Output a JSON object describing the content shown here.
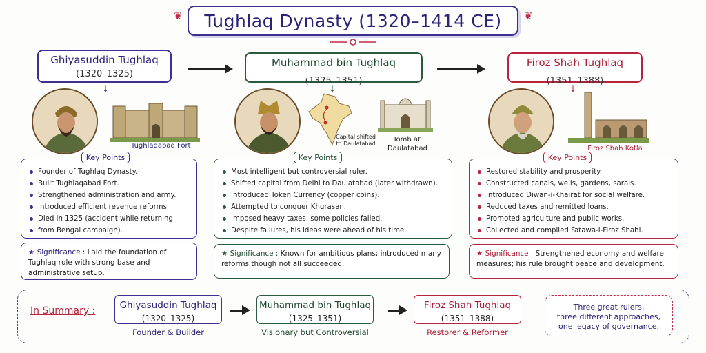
{
  "title": "Tughlaq Dynasty (1320–1414 CE)",
  "rulers": [
    {
      "name": "Ghiyasuddin Tughlaq",
      "years": "(1320–1325)",
      "image_caption": "Tughlaqabad Fort",
      "key_points_label": "Key Points",
      "points": [
        "Founder of Tughlaq Dynasty.",
        "Built Tughlaqabad Fort.",
        "Strengthened administration and army.",
        "Introduced efficient revenue reforms.",
        "Died in 1325 (accident while returning",
        "from Bengal campaign)."
      ],
      "significance_label": "Significance :",
      "significance": "Laid the foundation of Tughlaq rule with strong base and administrative setup."
    },
    {
      "name": "Muhammad bin Tughlaq",
      "years": "(1325–1351)",
      "map_caption": "Capital shifted to Daulatabad",
      "image_caption": "Tomb at Daulatabad",
      "key_points_label": "Key Points",
      "points": [
        "Most intelligent but controversial ruler.",
        "Shifted capital from Delhi to Daulatabad (later withdrawn).",
        "Introduced Token Currency (copper coins).",
        "Attempted to conquer Khurasan.",
        "Imposed heavy taxes; some policies failed.",
        "Despite failures, his ideas were ahead of his time."
      ],
      "significance_label": "Significance :",
      "significance": "Known for ambitious plans; introduced many reforms though not all succeeded."
    },
    {
      "name": "Firoz Shah Tughlaq",
      "years": "(1351–1388)",
      "image_caption": "Firoz Shah Kotla",
      "key_points_label": "Key Points",
      "points": [
        "Restored stability and prosperity.",
        "Constructed canals, wells, gardens, sarais.",
        "Introduced Diwan-i-Khairat for social welfare.",
        "Reduced taxes and remitted loans.",
        "Promoted agriculture and public works.",
        "Collected and compiled Fatawa-i-Firoz Shahi."
      ],
      "significance_label": "Significance :",
      "significance": "Strengthened economy and welfare measures; his rule brought peace and development."
    }
  ],
  "summary": {
    "label": "In Summary :",
    "items": [
      {
        "name": "Ghiyasuddin Tughlaq",
        "years": "(1320–1325)",
        "role": "Founder & Builder"
      },
      {
        "name": "Muhammad bin Tughlaq",
        "years": "(1325–1351)",
        "role": "Visionary but Controversial"
      },
      {
        "name": "Firoz Shah Tughlaq",
        "years": "(1351–1388)",
        "role": "Restorer & Reformer"
      }
    ],
    "quote": [
      "Three great rulers,",
      "three different approaches,",
      "one legacy of governance."
    ]
  },
  "colors": {
    "purple": "#3d2f93",
    "green": "#2c5a3e",
    "red": "#b8233f"
  }
}
